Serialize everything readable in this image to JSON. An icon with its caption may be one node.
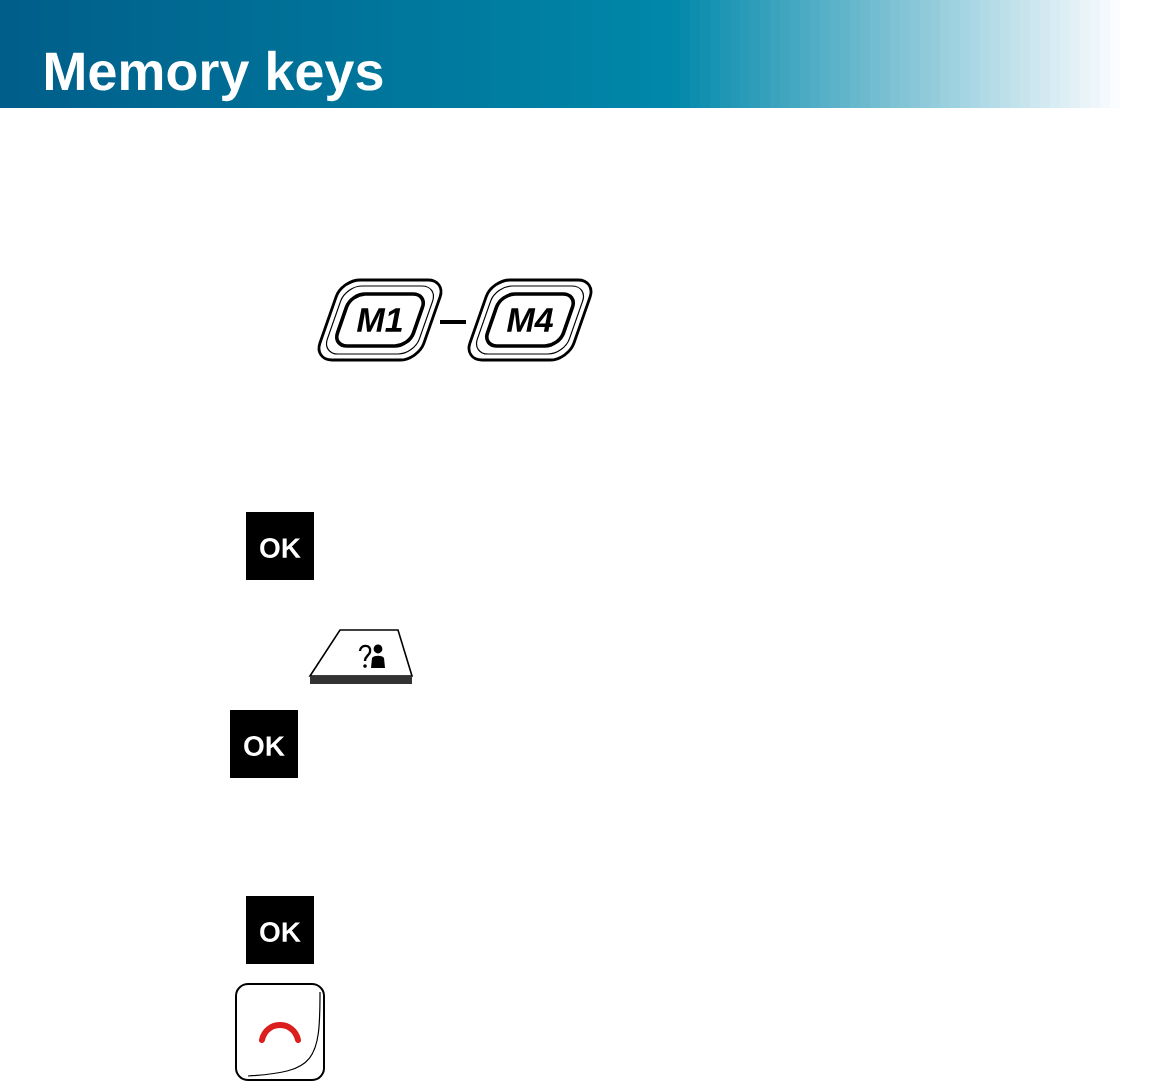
{
  "diagram": {
    "title": "Memory keys",
    "labels": [
      "M1",
      "M4",
      "OK",
      "OK",
      "OK"
    ]
  }
}
